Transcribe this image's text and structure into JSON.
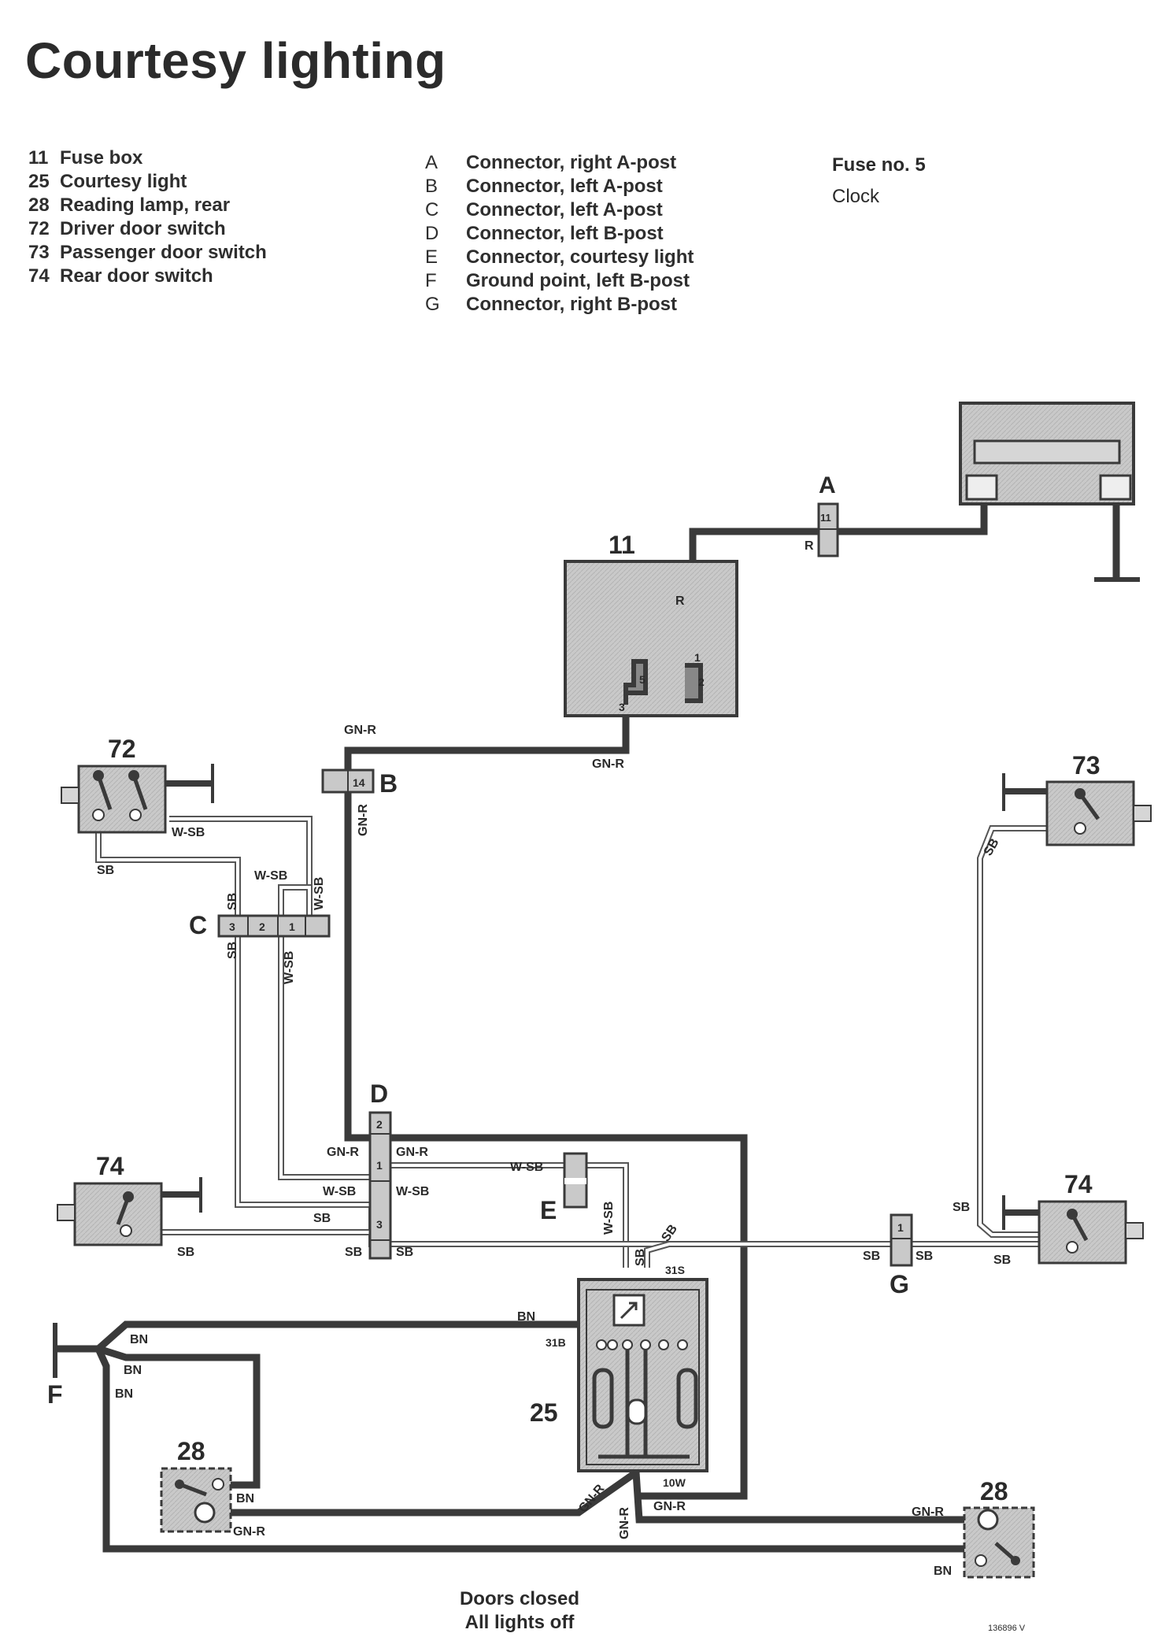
{
  "title": "Courtesy lighting",
  "components": [
    {
      "num": "11",
      "label": "Fuse box"
    },
    {
      "num": "25",
      "label": "Courtesy light"
    },
    {
      "num": "28",
      "label": "Reading lamp, rear"
    },
    {
      "num": "72",
      "label": "Driver door switch"
    },
    {
      "num": "73",
      "label": "Passenger door switch"
    },
    {
      "num": "74",
      "label": "Rear door switch"
    }
  ],
  "connectors": [
    {
      "letter": "A",
      "label": "Connector, right A-post"
    },
    {
      "letter": "B",
      "label": "Connector, left A-post"
    },
    {
      "letter": "C",
      "label": "Connector, left A-post"
    },
    {
      "letter": "D",
      "label": "Connector, left B-post"
    },
    {
      "letter": "E",
      "label": "Connector, courtesy light"
    },
    {
      "letter": "F",
      "label": "Ground point, left B-post"
    },
    {
      "letter": "G",
      "label": "Connector, right B-post"
    }
  ],
  "fuse": "Fuse no. 5",
  "fuse_note": "Clock",
  "caption": [
    "Doors closed",
    "All lights off"
  ],
  "drawing_number": "136896 V",
  "diagram": {
    "component_labels": {
      "fusebox": "11",
      "light": "25",
      "lamp_left": "28",
      "lamp_right": "28",
      "driver_switch": "72",
      "passenger_switch": "73",
      "rear_left": "74",
      "rear_right": "74"
    },
    "connector_letters": {
      "A": "A",
      "B": "B",
      "C": "C",
      "D": "D",
      "E": "E",
      "F": "F",
      "G": "G"
    },
    "pins": {
      "a_11": "11",
      "a_r": "R",
      "fb_r": "R",
      "fb_1": "1",
      "fb_2": "2",
      "fb_5": "5",
      "fb_3": "3",
      "b_14": "14",
      "c_3": "3",
      "c_2": "2",
      "c_1": "1",
      "d_2": "2",
      "d_1": "1",
      "d_3": "3",
      "g_1": "1",
      "l_31s": "31S",
      "l_31b": "31B",
      "l_10w": "10W"
    },
    "wire_labels": {
      "gnr_top": "GN-R",
      "gnr_fb": "GN-R",
      "gnr_b": "GN-R",
      "wsb_72": "W-SB",
      "sb_72": "SB",
      "wsb_c_top": "W-SB",
      "sb_c_up": "SB",
      "wsb_c_up": "W-SB",
      "sb_c_dn": "SB",
      "wsb_c_dn": "W-SB",
      "gnr_dl": "GN-R",
      "gnr_dr": "GN-R",
      "wsb_dl": "W-SB",
      "wsb_dr": "W-SB",
      "sb_dl": "SB",
      "sb_dbl": "SB",
      "sb_dbr": "SB",
      "sb_74l": "SB",
      "wsb_e": "W-SB",
      "wsb_ev": "W-SB",
      "sb_lv": "SB",
      "sb_diag": "SB",
      "sb_73": "SB",
      "sb_74r": "SB",
      "sb_74r2": "SB",
      "sb_gl": "SB",
      "sb_gr": "SB",
      "bn_top": "BN",
      "bn_f1": "BN",
      "bn_f2": "BN",
      "bn_f3": "BN",
      "bn_28l": "BN",
      "bn_28r": "BN",
      "gnr_28l": "GN-R",
      "gnr_28r": "GN-R",
      "gnr_lv": "GN-R",
      "gnr_ld": "GN-R",
      "gnr_lr": "GN-R"
    }
  }
}
